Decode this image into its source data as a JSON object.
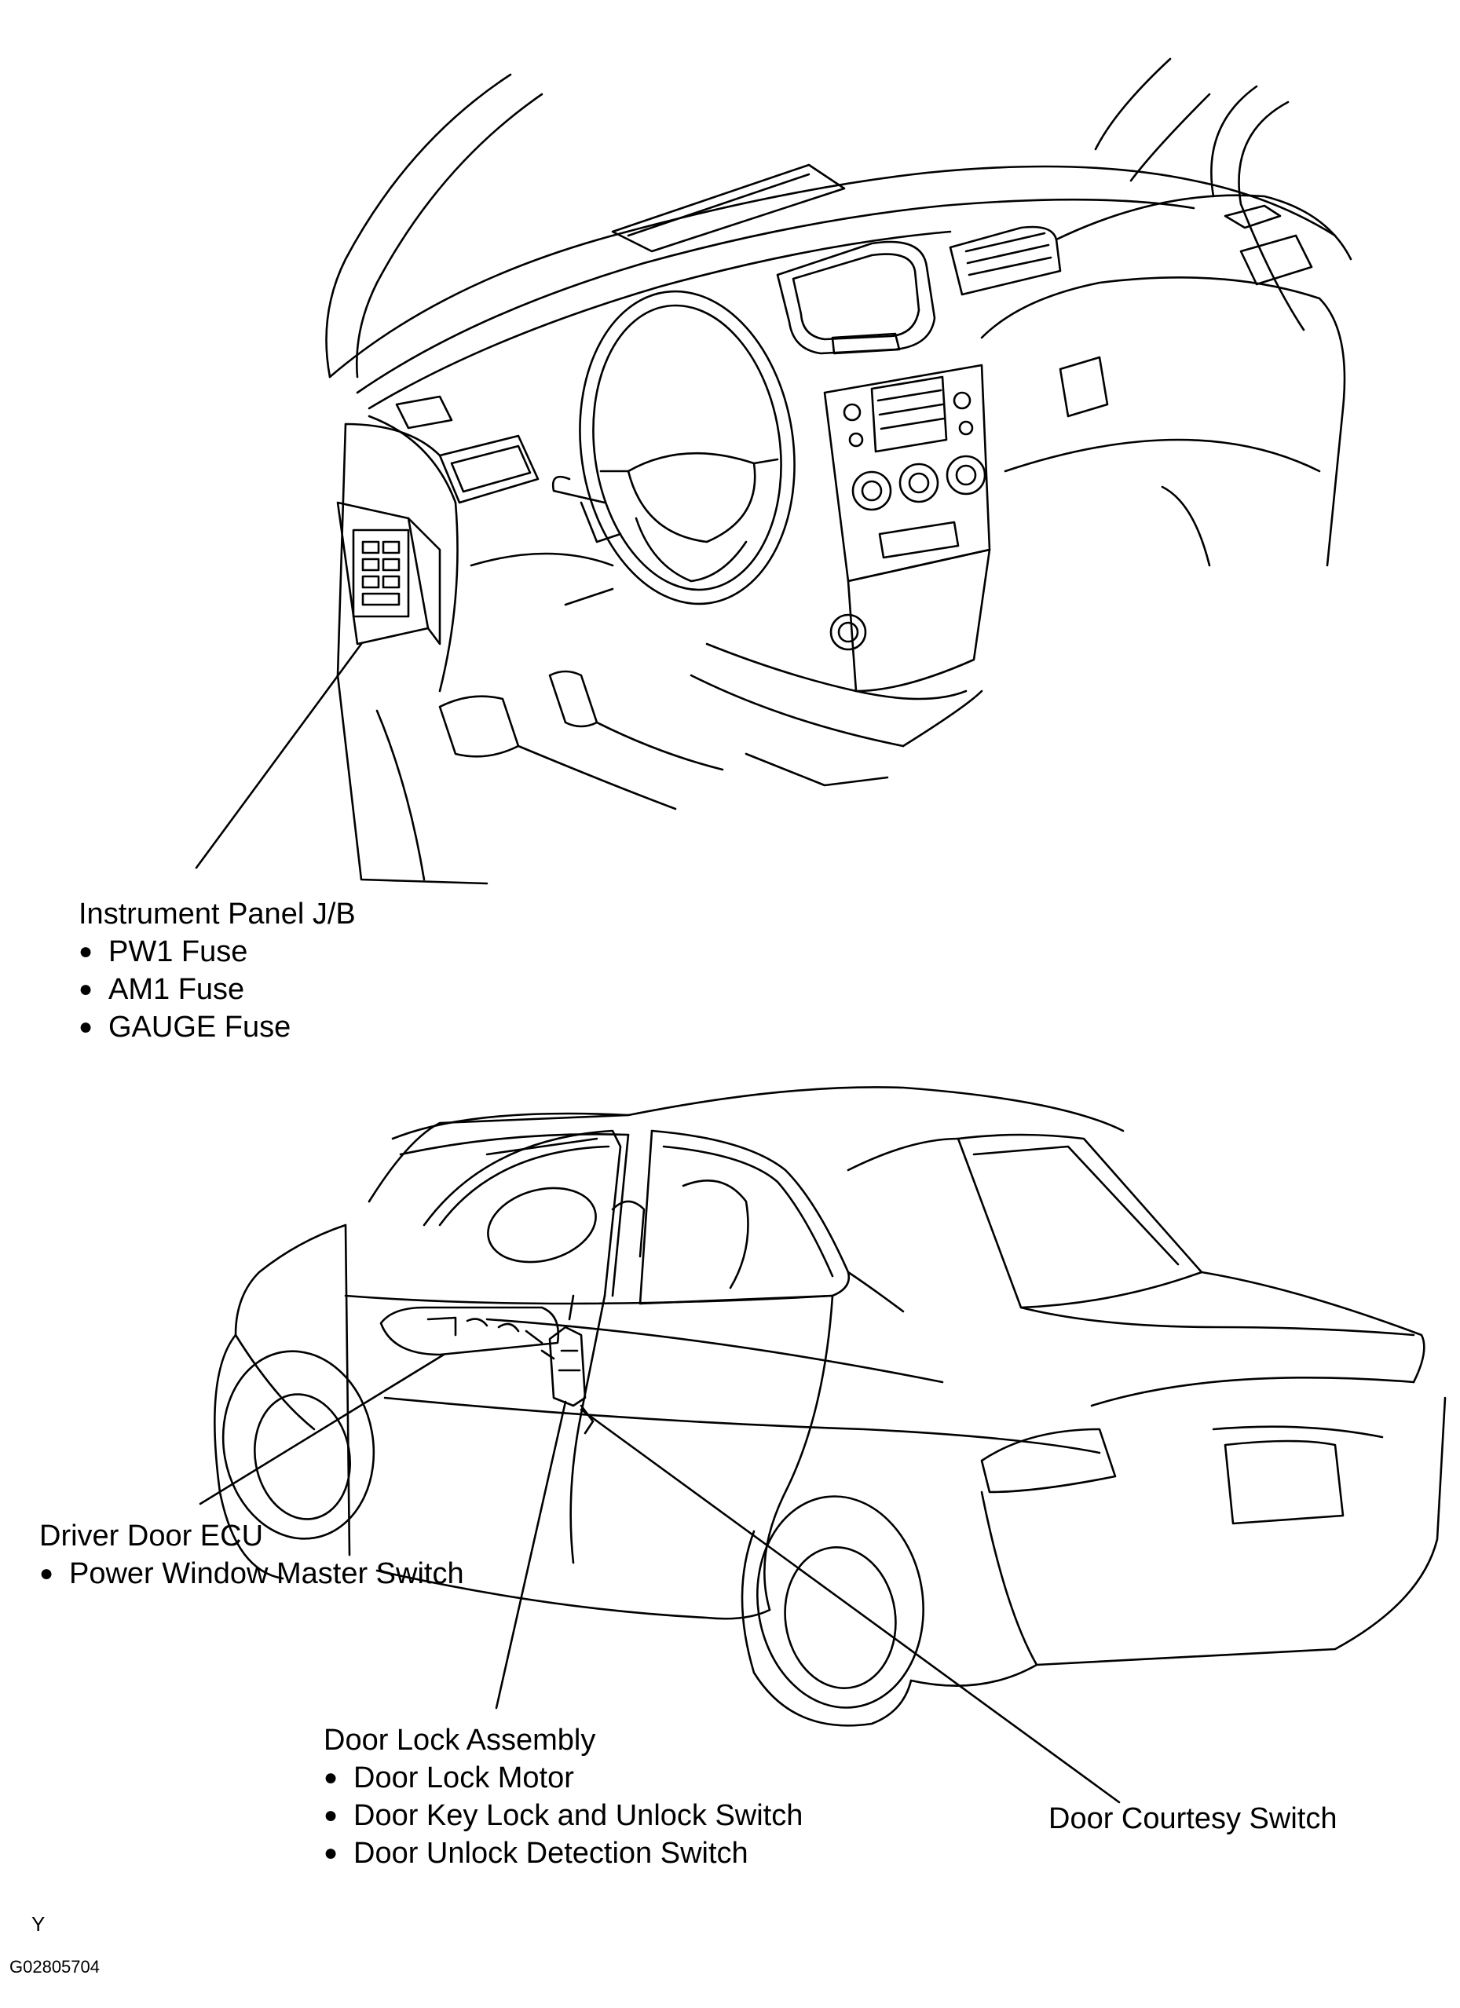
{
  "figure": {
    "code_letter": "Y",
    "figure_id": "G02805704"
  },
  "callouts": [
    {
      "id": "ip-jb",
      "title": "Instrument Panel J/B",
      "items": [
        "PW1 Fuse",
        "AM1 Fuse",
        "GAUGE Fuse"
      ]
    },
    {
      "id": "driver-door-ecu",
      "title": "Driver Door ECU",
      "items": [
        "Power Window Master Switch"
      ]
    },
    {
      "id": "door-lock-assembly",
      "title": "Door Lock Assembly",
      "items": [
        "Door Lock Motor",
        "Door Key Lock and Unlock Switch",
        "Door Unlock Detection Switch"
      ]
    },
    {
      "id": "door-courtesy-switch",
      "title": "Door Courtesy Switch",
      "items": []
    }
  ]
}
